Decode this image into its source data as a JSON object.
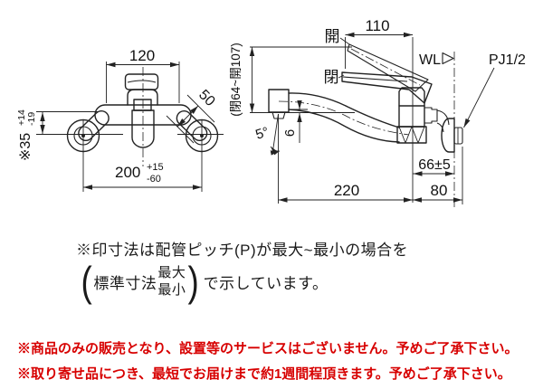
{
  "front_view": {
    "dim_width": "120",
    "dim_pitch_main": "200",
    "dim_pitch_upper": "+15",
    "dim_pitch_lower": "-60",
    "dim_offset_main": "※35",
    "dim_offset_upper": "+14",
    "dim_offset_lower": "-19",
    "dim_flange": "50"
  },
  "side_view": {
    "dim_top": "110",
    "open_label": "開",
    "closed_label": "閉",
    "handle_range": "(閉64~開107)",
    "wall_line_label": "WL",
    "pipe_label": "PJ1/2",
    "angle_label": "5°",
    "dim_offset6": "6",
    "dim_wall": "66±5",
    "dim_reach": "220",
    "dim_depth": "80"
  },
  "note": {
    "line1": "※印寸法は配管ピッチ(P)が最大~最小の場合を",
    "paren_open": "(",
    "standard_label": "標準寸法",
    "max_label": "最大",
    "min_label": "最小",
    "paren_close": ")",
    "line2_suffix": "で示しています。"
  },
  "disclaimers": {
    "color": "#d70000",
    "line1": "※商品のみの販売となり、設置等のサービスはございません。予めご了承下さい。",
    "line2": "※取り寄せ品につき、最短でお届けまで約1週間程頂きます。予めご了承下さい。"
  }
}
